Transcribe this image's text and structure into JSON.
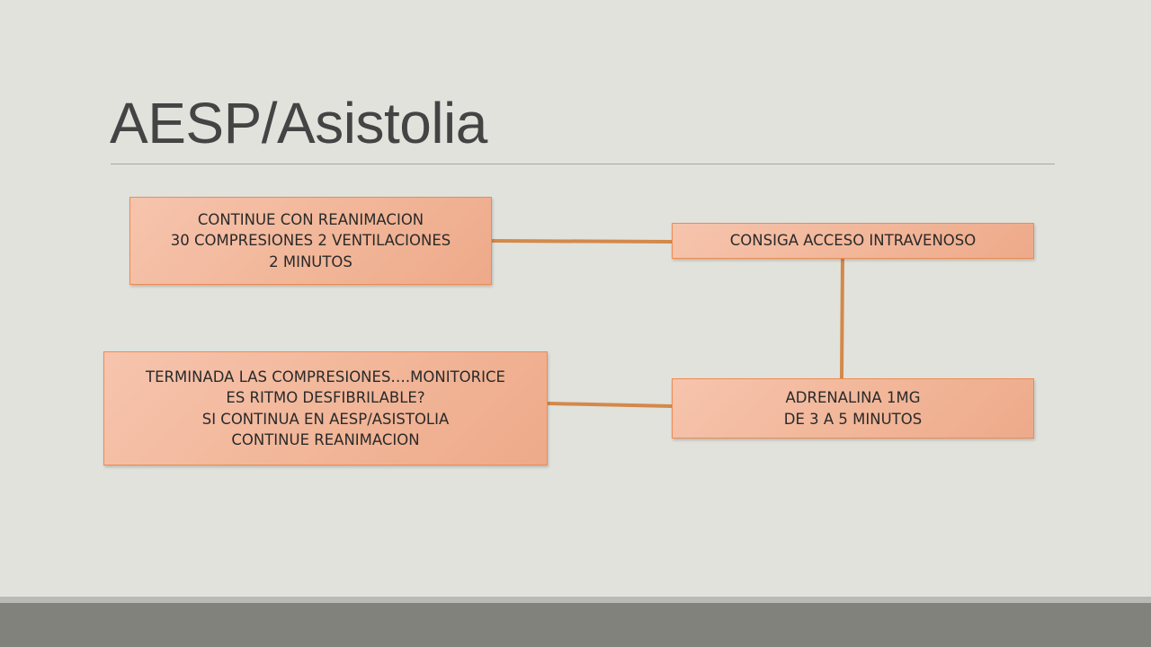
{
  "title": "AESP/Asistolia",
  "colors": {
    "background": "#e1e2dc",
    "box_fill": "#f3b99d",
    "box_border": "#ee8b52",
    "connector": "#d3894a",
    "bottom_band": "#81827c"
  },
  "boxes": {
    "reanimacion": {
      "lines": [
        "CONTINUE CON REANIMACION",
        "30 COMPRESIONES 2 VENTILACIONES",
        "2 MINUTOS"
      ]
    },
    "acceso": {
      "lines": [
        "CONSIGA ACCESO INTRAVENOSO"
      ]
    },
    "adrenalina": {
      "lines": [
        "ADRENALINA 1MG",
        "DE 3 A 5 MINUTOS"
      ]
    },
    "monitorice": {
      "lines": [
        "TERMINADA LAS COMPRESIONES….MONITORICE",
        "ES RITMO DESFIBRILABLE?",
        "SI CONTINUA EN AESP/ASISTOLIA",
        "CONTINUE REANIMACION"
      ]
    }
  },
  "connections": [
    {
      "from": "reanimacion",
      "to": "acceso"
    },
    {
      "from": "acceso",
      "to": "adrenalina"
    },
    {
      "from": "adrenalina",
      "to": "monitorice"
    }
  ]
}
